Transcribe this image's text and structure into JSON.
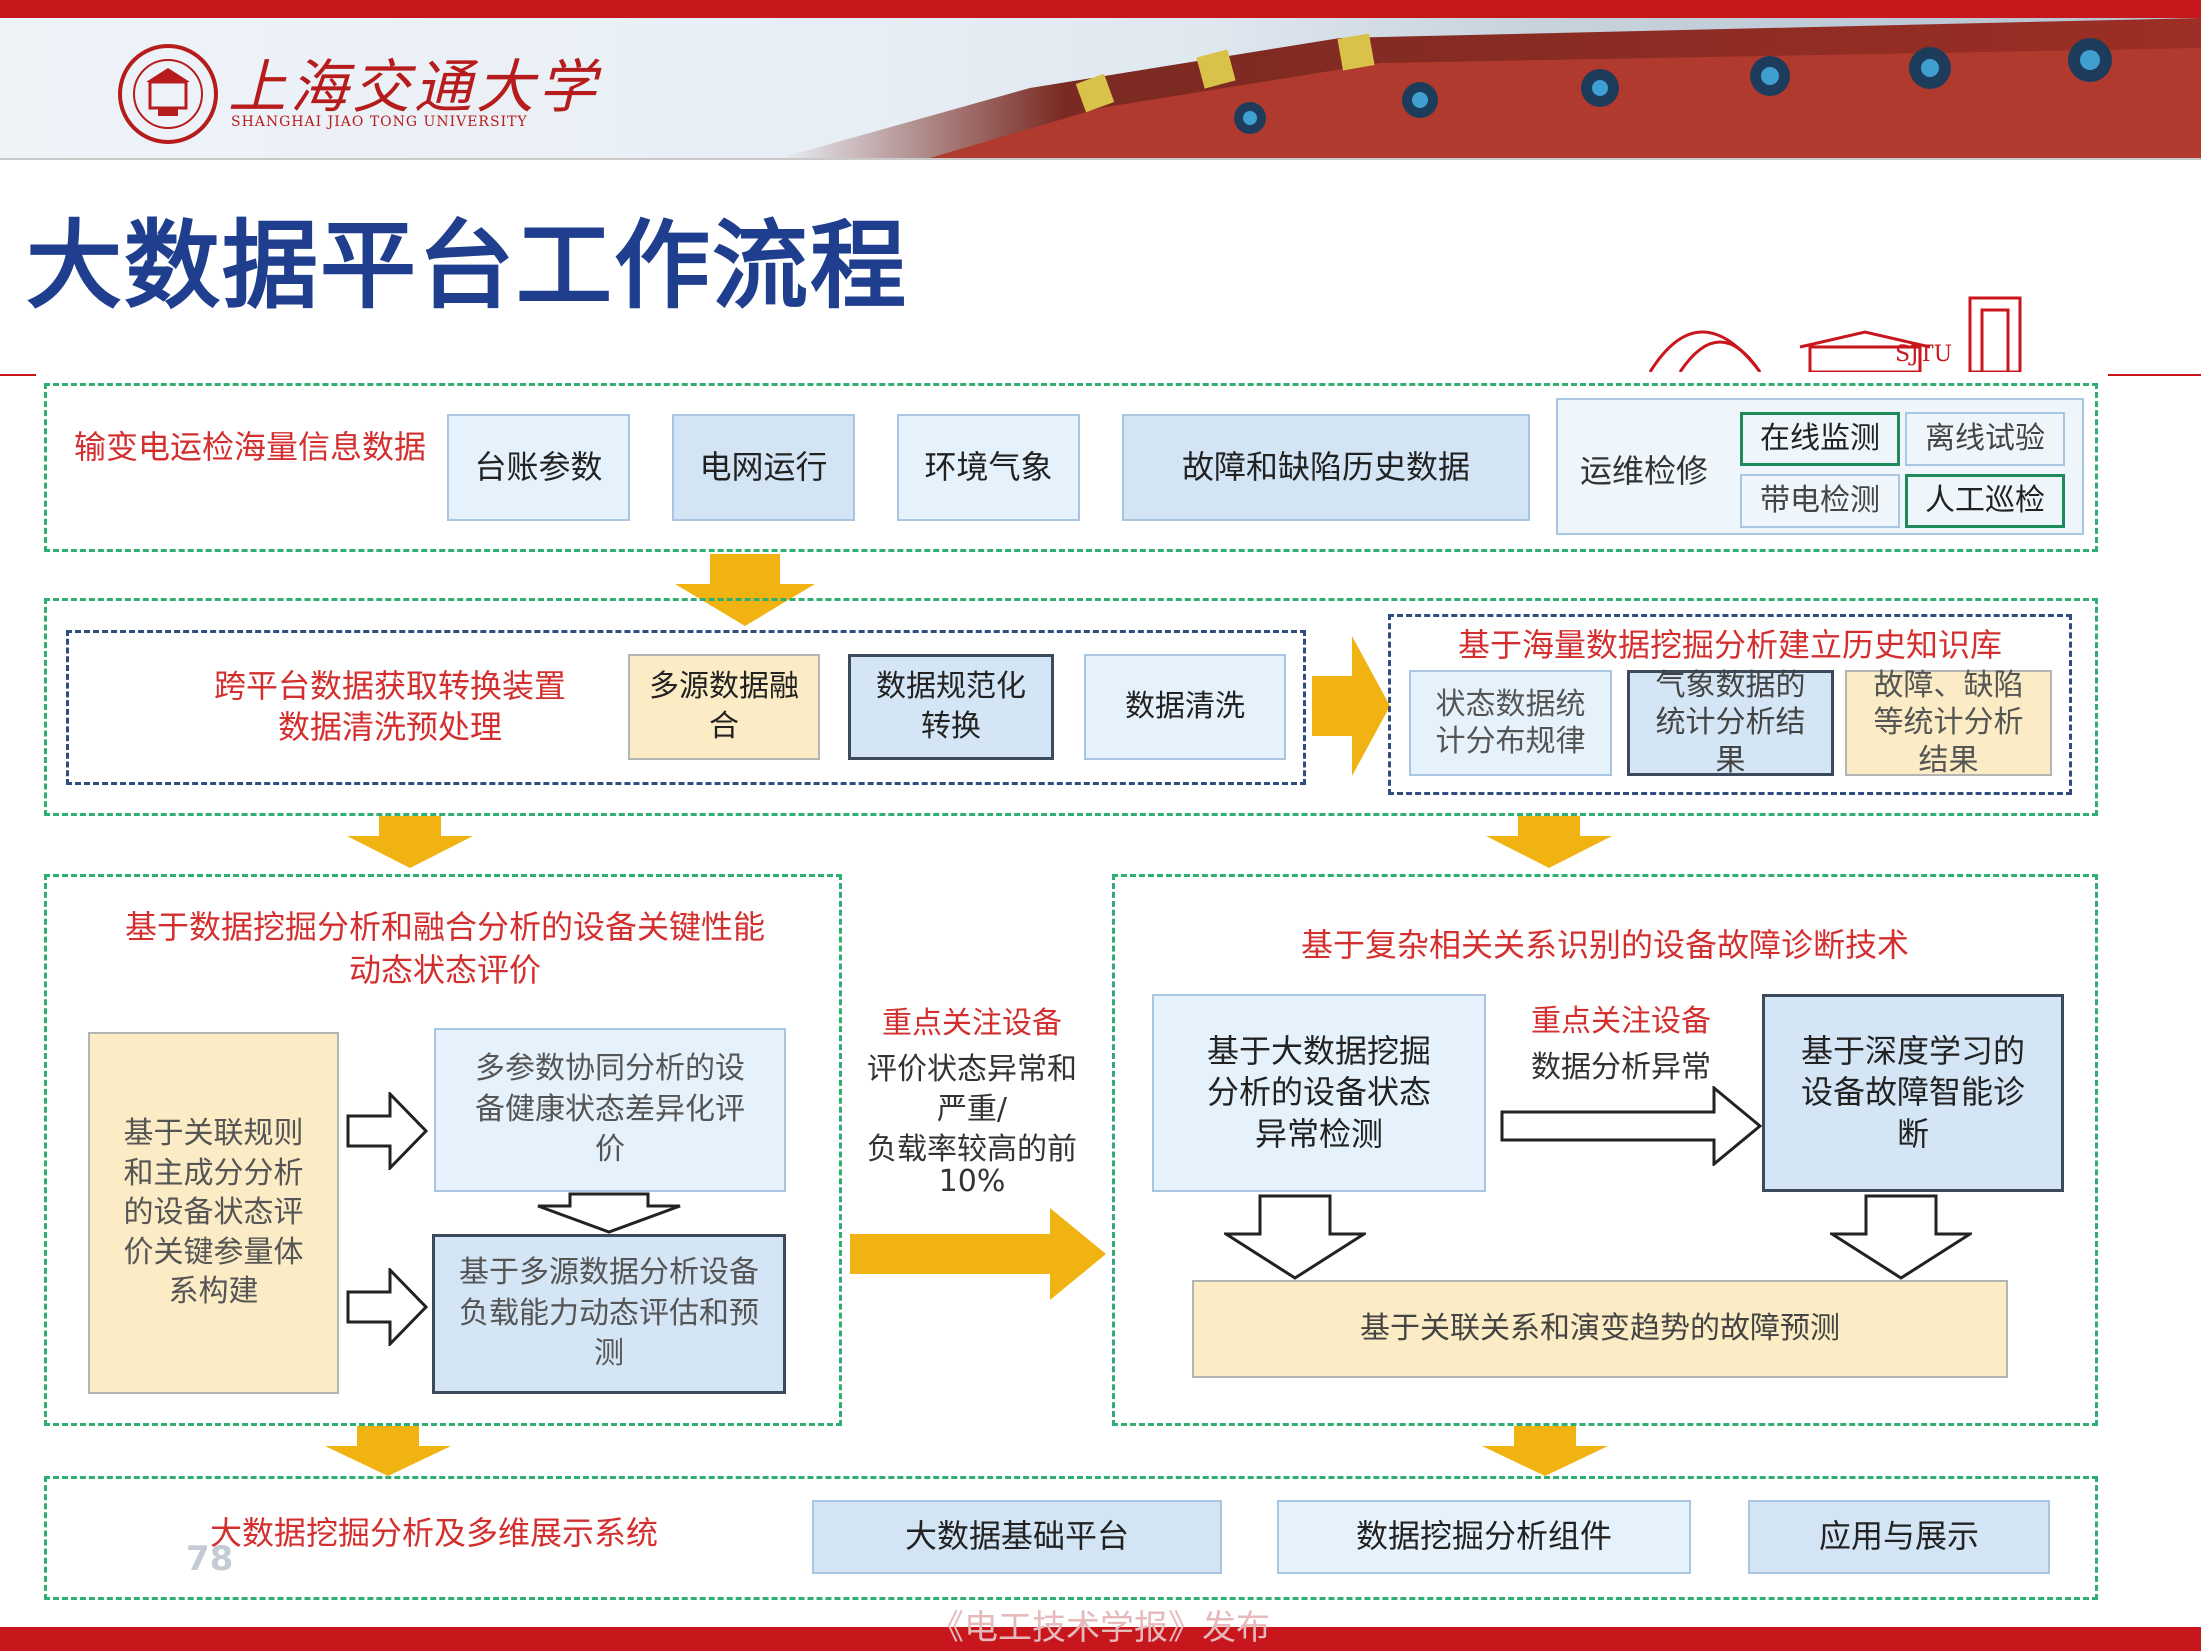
{
  "header": {
    "university_cn": "上海交通大学",
    "university_en": "SHANGHAI JIAO TONG UNIVERSITY",
    "sjtu_mark": "SJTU"
  },
  "page_title": "大数据平台工作流程",
  "row1": {
    "label": "输变电运检海量信息数据",
    "items": [
      "台账参数",
      "电网运行",
      "环境气象",
      "故障和缺陷历史数据"
    ],
    "ops_label": "运维检修",
    "ops_items": [
      "在线监测",
      "离线试验",
      "带电检测",
      "人工巡检"
    ]
  },
  "row2": {
    "label_line1": "跨平台数据获取转换装置",
    "label_line2": "数据清洗预处理",
    "steps": [
      "多源数据融合",
      "数据规范化转换",
      "数据清洗"
    ],
    "kb_title": "基于海量数据挖掘分析建立历史知识库",
    "kb_items": [
      "状态数据统计分布规律",
      "气象数据的统计分析结果",
      "故障、缺陷等统计分析结果"
    ]
  },
  "left_panel": {
    "title": "基于数据挖掘分析和融合分析的设备关键性能动态状态评价",
    "source_box": "基于关联规则和主成分分析的设备状态评价关键参量体系构建",
    "box_top": "多参数协同分析的设备健康状态差异化评价",
    "box_bottom": "基于多源数据分析设备负载能力动态评估和预测"
  },
  "middle_note": {
    "red": "重点关注设备",
    "line1": "评价状态异常和",
    "line2": "严重/",
    "line3": "负载率较高的前",
    "line4": "10%"
  },
  "right_panel": {
    "title": "基于复杂相关关系识别的设备故障诊断技术",
    "box_left": "基于大数据挖掘分析的设备状态异常检测",
    "note_red": "重点关注设备",
    "note_black": "数据分析异常",
    "box_right": "基于深度学习的设备故障智能诊断",
    "bottom_box": "基于关联关系和演变趋势的故障预测"
  },
  "row5": {
    "label": "大数据挖掘分析及多维展示系统",
    "items": [
      "大数据基础平台",
      "数据挖掘分析组件",
      "应用与展示"
    ]
  },
  "footer": {
    "page_number": "78",
    "watermark": "《电工技术学报》发布"
  },
  "colors": {
    "accent_red": "#c8161d",
    "title_blue": "#1f3e8e",
    "dashed_green": "#2fae72",
    "arrow_gold": "#f1b311"
  }
}
